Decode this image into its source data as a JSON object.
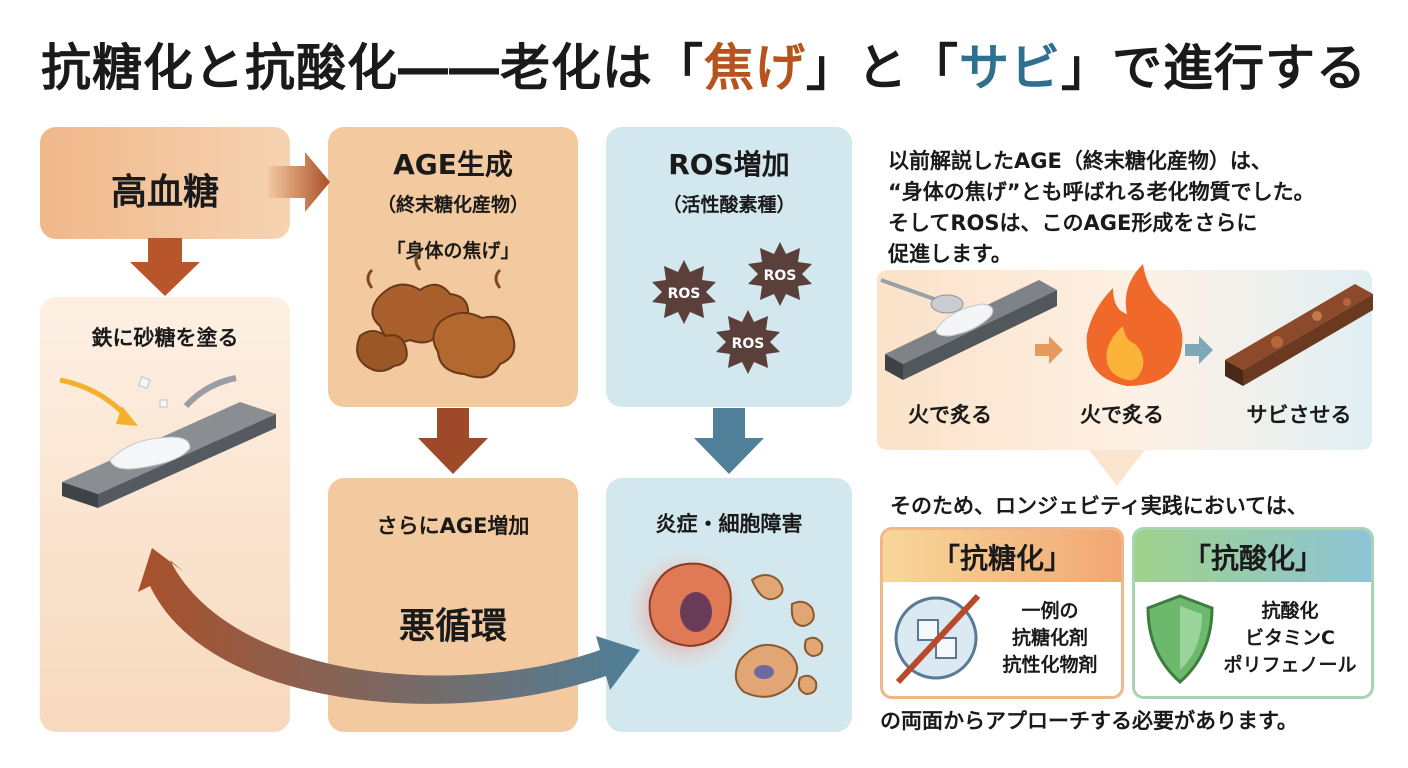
{
  "title": {
    "part1": "抗糖化と抗酸化――老化は「",
    "burn": "焦げ",
    "part2": "」と「",
    "rust": "サビ",
    "part3": "」で進行する"
  },
  "flow": {
    "high_blood_sugar": "高血糖",
    "age_title": "AGE生成",
    "age_sub": "（終末糖化産物）",
    "age_quote": "「身体の焦げ」",
    "ros_title": "ROS増加",
    "ros_sub": "（活性酸素種）",
    "ros_label": "ROS",
    "more_age": "さらにAGE増加",
    "vicious_cycle": "悪循環",
    "inflammation": "炎症・細胞障害",
    "iron_sugar": "鉄に砂糖を塗る"
  },
  "explanation": {
    "line1": "以前解説したAGE（終末糖化産物）は、",
    "line2": "“身体の焦げ”とも呼ばれる老化物質でした。",
    "line3": "そしてROSは、このAGE形成をさらに",
    "line4": "促進します。"
  },
  "steps": {
    "step1": "火で炙る",
    "step2": "火で炙る",
    "step3": "サビさせる"
  },
  "conclusion": {
    "intro": "そのため、ロンジェビティ実践においては、",
    "anti_glycation_title": "「抗糖化」",
    "anti_glycation_items": [
      "一例の",
      "抗糖化剤",
      "抗性化物剤"
    ],
    "anti_oxidation_title": "「抗酸化」",
    "anti_oxidation_items": [
      "抗酸化",
      "ビタミンC",
      "ポリフェノール"
    ],
    "footer": "の両面からアプローチする必要があります。"
  },
  "colors": {
    "burn": "#b5541c",
    "rust": "#2f6f8f",
    "orange_panel": "#f3c9a0",
    "blue_panel": "#d3e8ee",
    "arrow_brown": "#a9502a",
    "arrow_blue": "#4f7f99",
    "ros_dark": "#5a3f3a"
  },
  "icons": [
    "arrow-right-icon",
    "arrow-down-icon",
    "cycle-arrow-icon",
    "iron-bar-icon",
    "flame-icon",
    "spoon-icon",
    "ros-burst-icon",
    "sugar-cube-icon",
    "shield-icon",
    "cell-damage-icon",
    "age-lump-icon"
  ]
}
